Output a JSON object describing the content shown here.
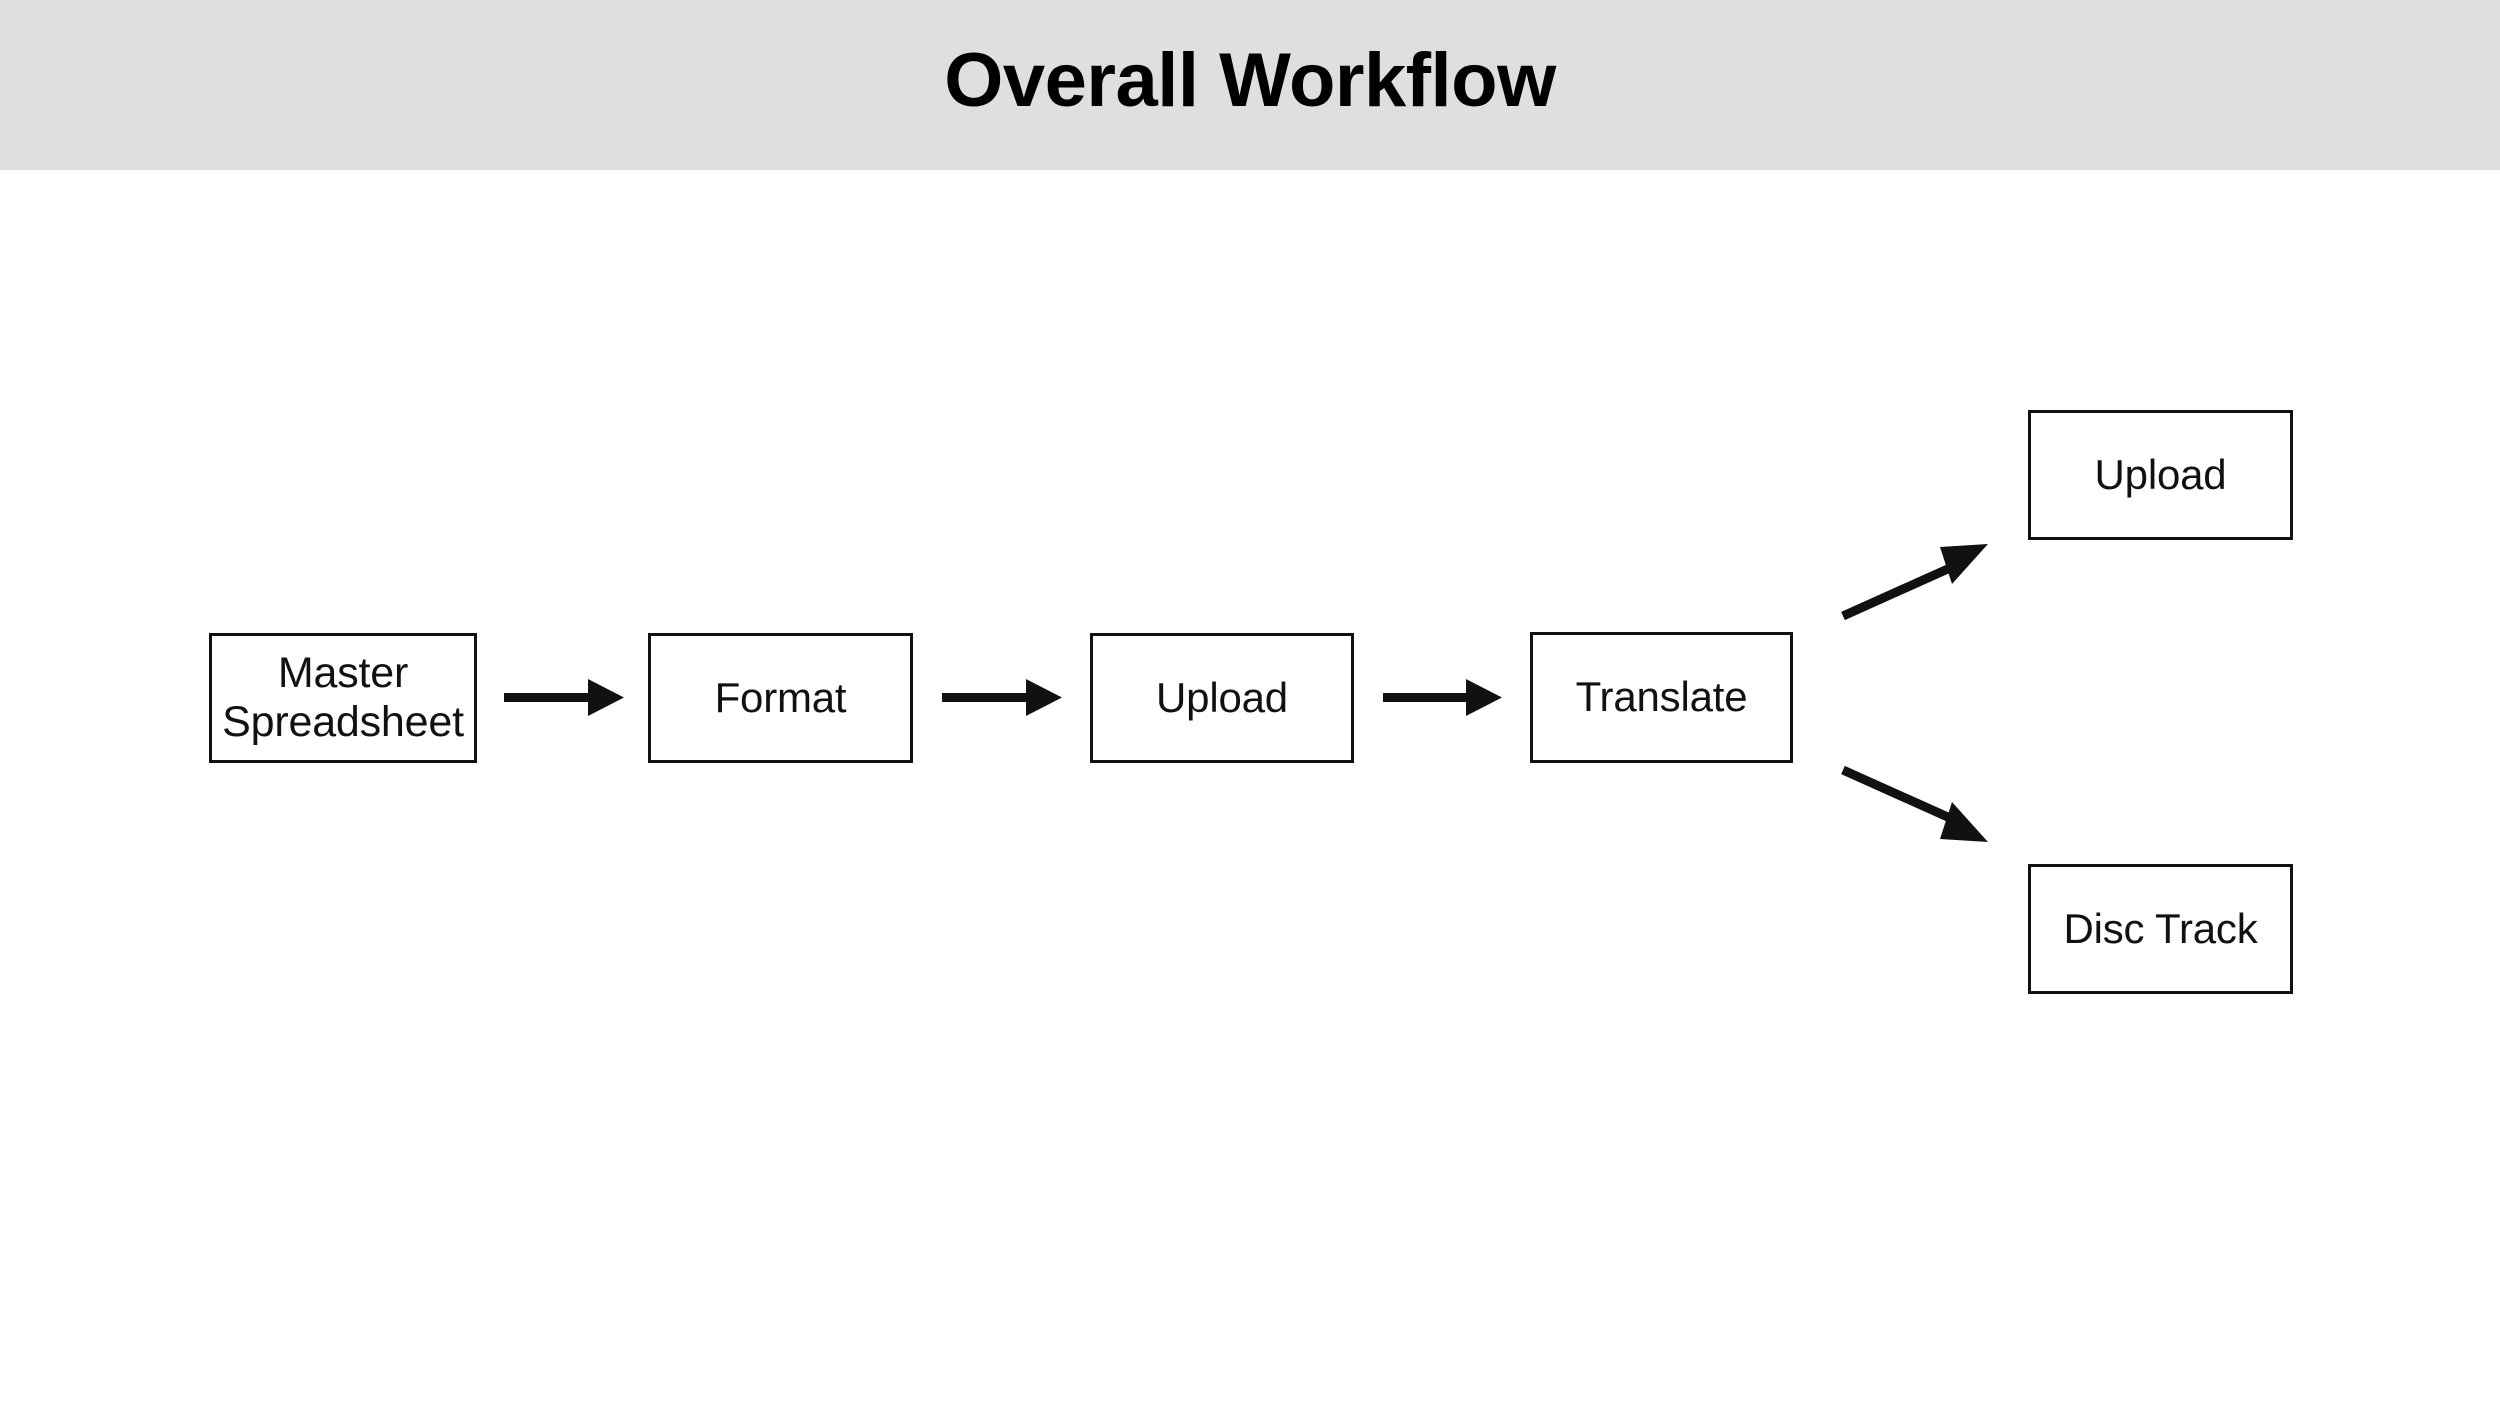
{
  "slide": {
    "title": "Overall Workflow",
    "background_color": "#ffffff",
    "title_band_color": "#dedfe1",
    "text_color": "#111111",
    "stroke_color": "#111111"
  },
  "diagram": {
    "type": "flowchart",
    "orientation": "left-to-right",
    "nodes": [
      {
        "id": "master",
        "label": "Master\nSpreadsheet",
        "shape": "rectangle"
      },
      {
        "id": "format",
        "label": "Format",
        "shape": "rectangle"
      },
      {
        "id": "upload_mid",
        "label": "Upload",
        "shape": "rectangle"
      },
      {
        "id": "translate",
        "label": "Translate",
        "shape": "rectangle"
      },
      {
        "id": "upload_out",
        "label": "Upload",
        "shape": "rectangle"
      },
      {
        "id": "disc_track",
        "label": "Disc Track",
        "shape": "rectangle"
      }
    ],
    "edges": [
      {
        "id": "e1",
        "from": "master",
        "to": "format",
        "style": "solid-arrow",
        "direction": "right"
      },
      {
        "id": "e2",
        "from": "format",
        "to": "upload_mid",
        "style": "solid-arrow",
        "direction": "right"
      },
      {
        "id": "e3",
        "from": "upload_mid",
        "to": "translate",
        "style": "solid-arrow",
        "direction": "right"
      },
      {
        "id": "e4",
        "from": "translate",
        "to": "upload_out",
        "style": "solid-arrow",
        "direction": "up-right"
      },
      {
        "id": "e5",
        "from": "translate",
        "to": "disc_track",
        "style": "solid-arrow",
        "direction": "down-right"
      }
    ]
  }
}
